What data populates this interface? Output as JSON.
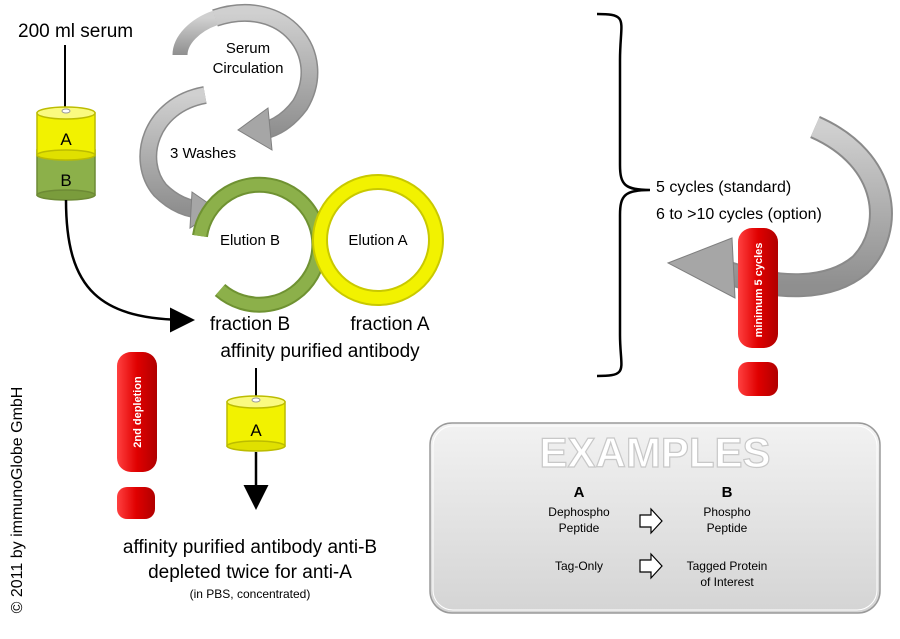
{
  "top_label": "200 ml serum",
  "column": {
    "a": "A",
    "b": "B"
  },
  "small_column": {
    "a": "A"
  },
  "loop": {
    "serum_line1": "Serum",
    "serum_line2": "Circulation",
    "washes": "3 Washes",
    "elution_b": "Elution B",
    "elution_a": "Elution A"
  },
  "fractions": {
    "fraction_b": "fraction B",
    "fraction_a": "fraction A",
    "affinity": "affinity purified antibody"
  },
  "result": {
    "line1": "affinity purified antibody anti-B",
    "line2": "depleted twice for anti-A",
    "line3": "(in PBS, concentrated)"
  },
  "depletion_badge": "2nd depletion",
  "cycles": {
    "standard": "5 cycles (standard)",
    "option": "6 to >10 cycles (option)",
    "badge": "minimum  5 cycles"
  },
  "examples": {
    "title": "EXAMPLES",
    "head_a": "A",
    "head_b": "B",
    "row1_a_line1": "Dephospho",
    "row1_a_line2": "Peptide",
    "row1_b_line1": "Phospho",
    "row1_b_line2": "Peptide",
    "row2_a": "Tag-Only",
    "row2_b_line1": "Tagged Protein",
    "row2_b_line2": "of Interest"
  },
  "copyright": "© 2011 by immunoGlobe GmbH",
  "colors": {
    "yellow": "#f2f200",
    "green": "#8cb04a",
    "grey_arrow": "#a6a6a6",
    "red": "#e00000"
  }
}
